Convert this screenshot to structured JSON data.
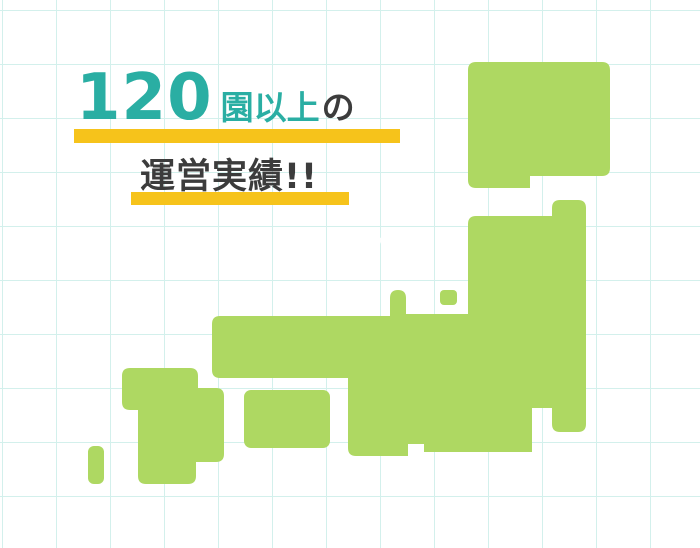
{
  "headline": {
    "number": "120",
    "suffix_highlight": "園以上",
    "suffix_particle": "の",
    "line2": "運営実績!!"
  },
  "colors": {
    "map_fill": "#aed862",
    "grid": "#d3f0ec",
    "accent_teal": "#2aaea3",
    "highlight_yellow": "#f6c31b",
    "text_dark": "#3c3c3c"
  }
}
